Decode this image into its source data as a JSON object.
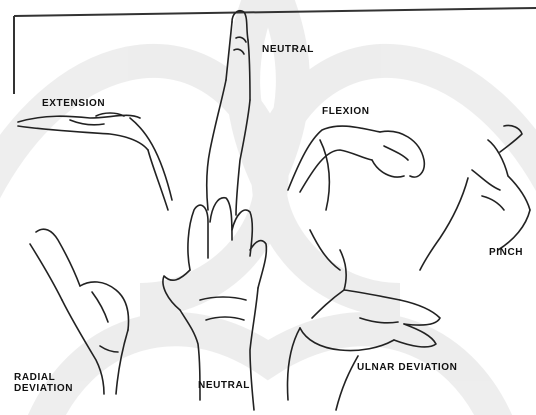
{
  "labels": {
    "extension": "EXTENSION",
    "neutral_top": "NEUTRAL",
    "flexion": "FLEXION",
    "pinch": "PINCH",
    "radial_line1": "RADIAL",
    "radial_line2": "DEVIATION",
    "neutral_bottom": "NEUTRAL",
    "ulnar": "ULNAR DEVIATION"
  },
  "colors": {
    "line": "#222222",
    "watermark": "#ececec",
    "frame": "#333333"
  }
}
